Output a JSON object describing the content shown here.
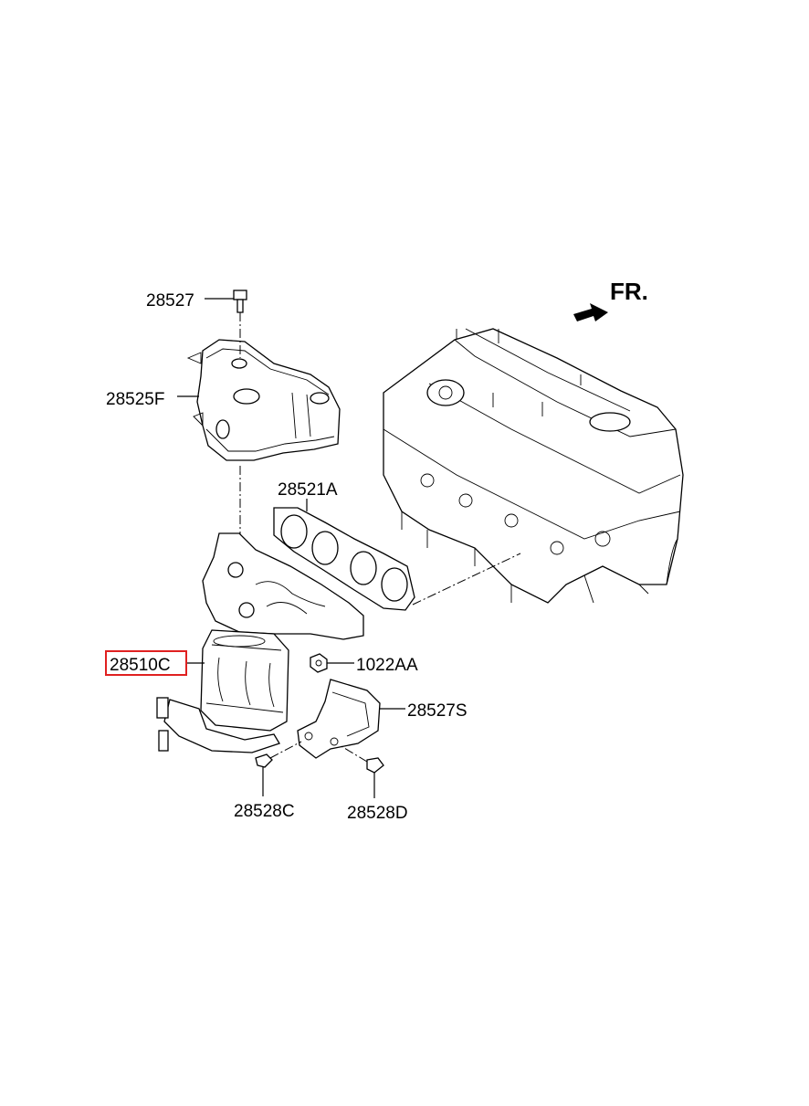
{
  "direction_label": "FR.",
  "callouts": [
    {
      "id": "bolt-top",
      "text": "28527",
      "highlighted": false
    },
    {
      "id": "heat-protector",
      "text": "28525F",
      "highlighted": false
    },
    {
      "id": "gasket",
      "text": "28521A",
      "highlighted": false
    },
    {
      "id": "manifold-catalytic",
      "text": "28510C",
      "highlighted": true
    },
    {
      "id": "nut",
      "text": "1022AA",
      "highlighted": false
    },
    {
      "id": "stay",
      "text": "28527S",
      "highlighted": false
    },
    {
      "id": "bolt-left",
      "text": "28528C",
      "highlighted": false
    },
    {
      "id": "bolt-right",
      "text": "28528D",
      "highlighted": false
    }
  ],
  "colors": {
    "highlight": "#e02020",
    "line": "#000000"
  },
  "icons": {
    "direction": "arrow-right-icon"
  }
}
